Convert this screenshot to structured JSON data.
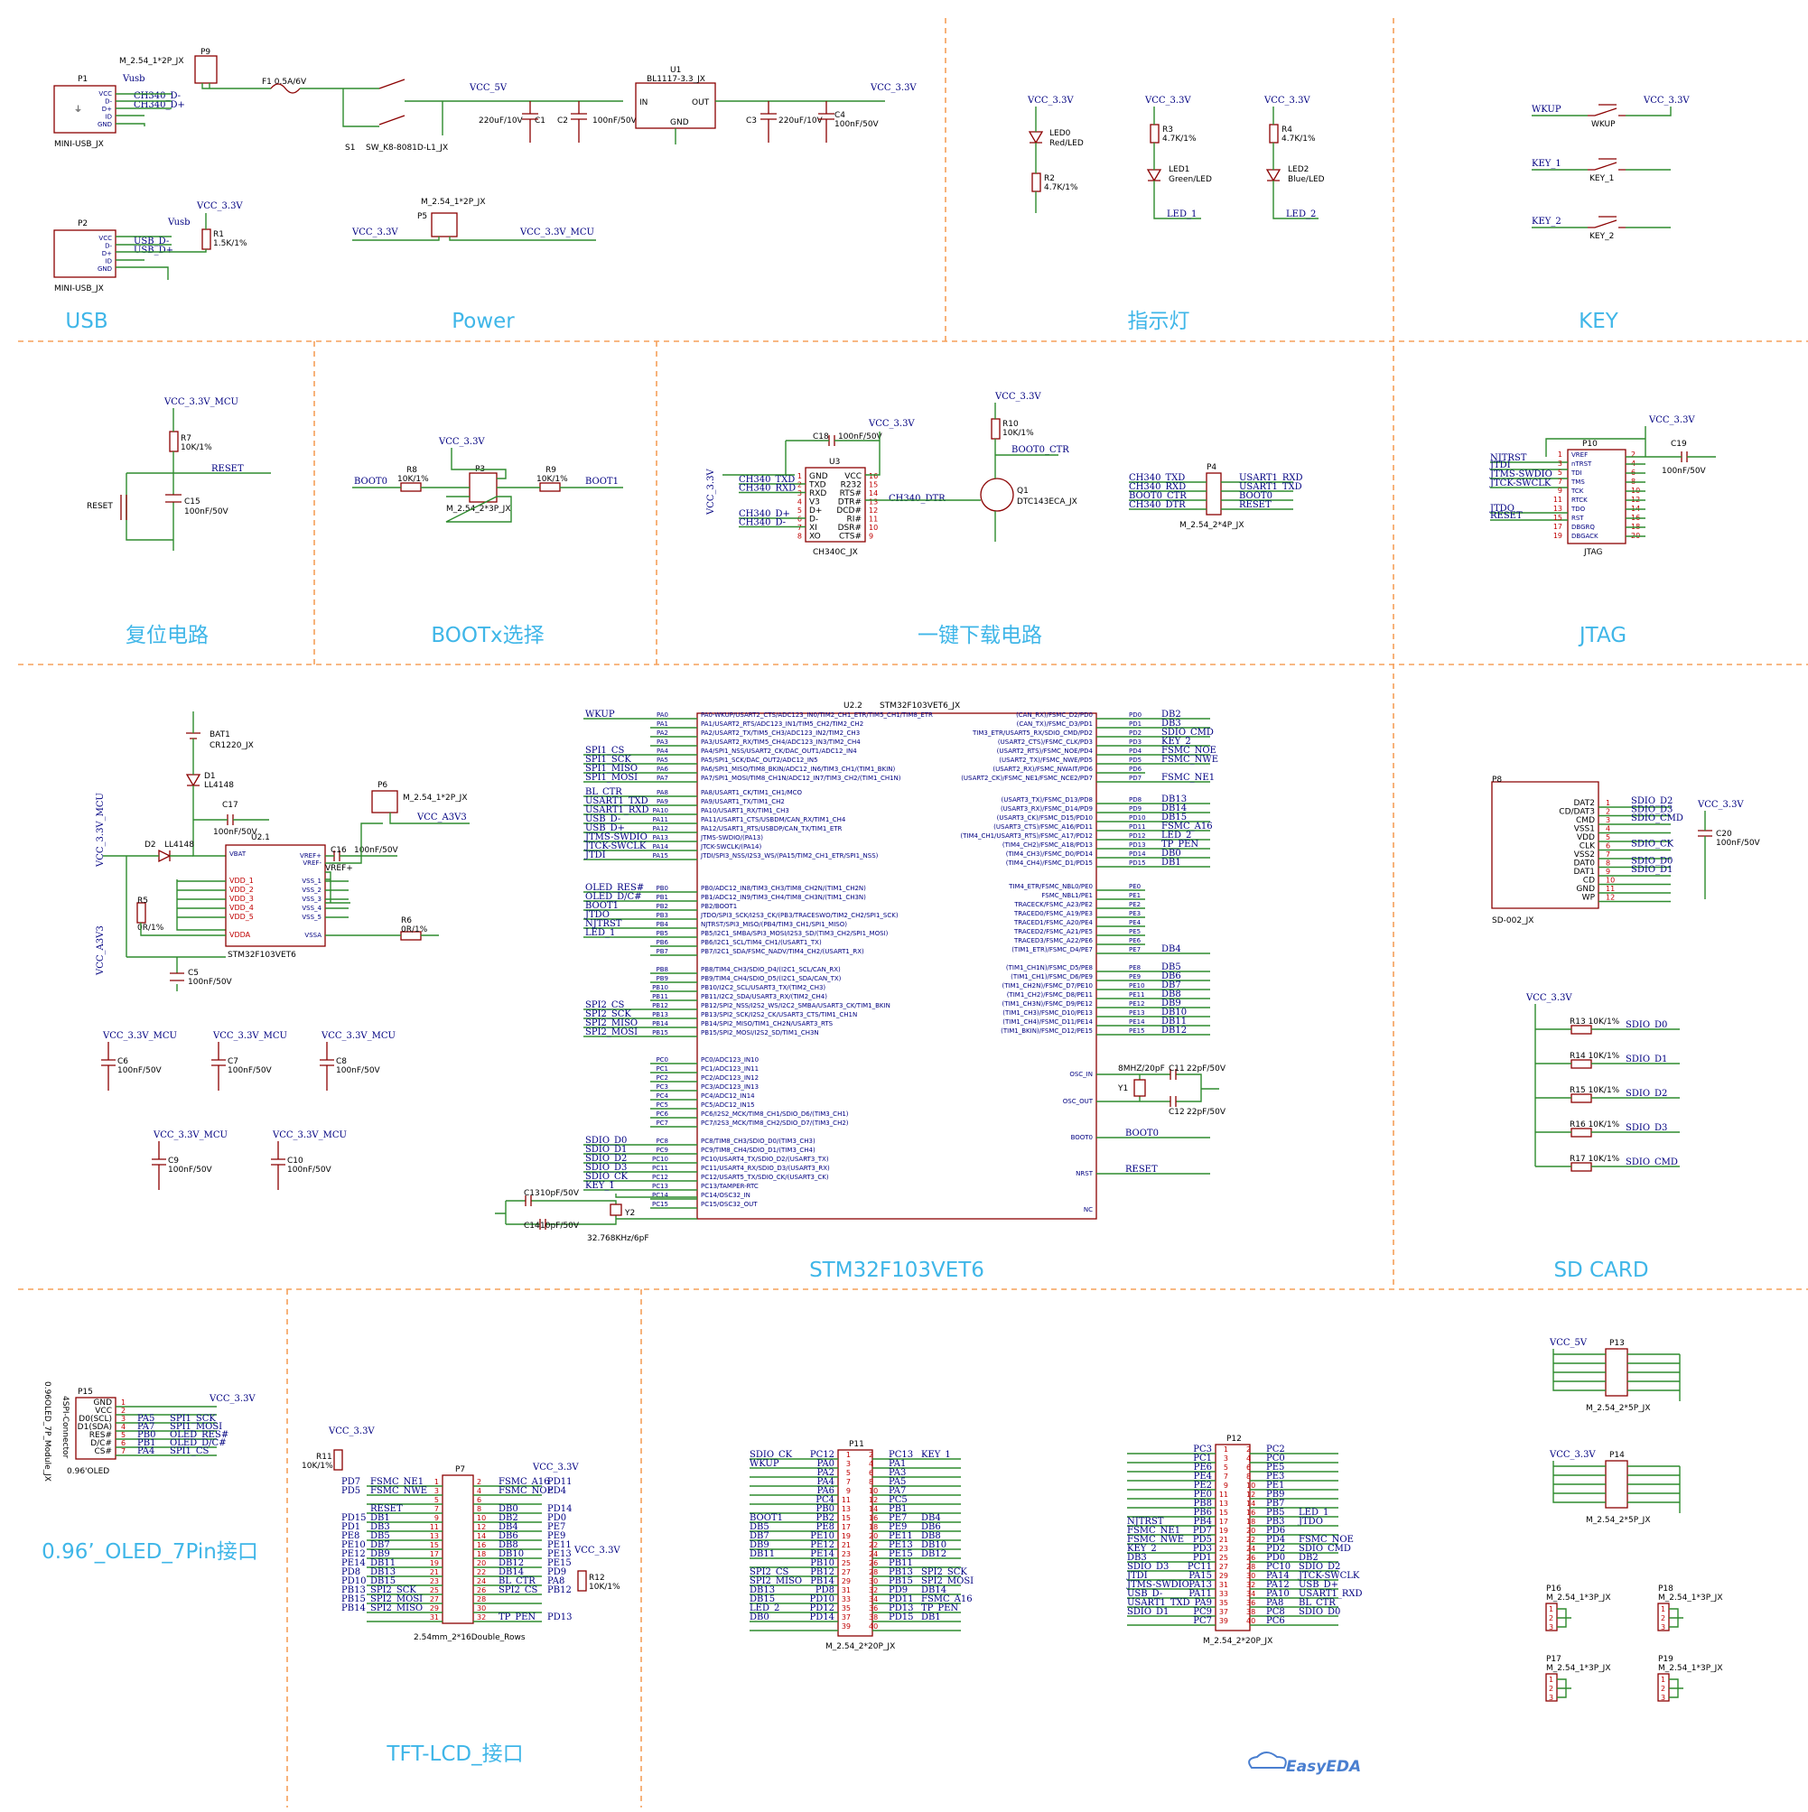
{
  "sections": {
    "usb": "USB",
    "power": "Power",
    "indicator": "指示灯",
    "key": "KEY",
    "reset": "复位电路",
    "boot": "BOOTx选择",
    "download": "一键下载电路",
    "jtag": "JTAG",
    "mcu": "STM32F103VET6",
    "sdcard": "SD CARD",
    "oled": "0.96’_OLED_7Pin接口",
    "tftlcd": "TFT-LCD_接口"
  },
  "logo": "EasyEDA",
  "usb": {
    "p9": "P9",
    "p9_model": "M_2.54_1*2P_JX",
    "p1": "P1",
    "p1_model": "MINI-USB_JX",
    "p2": "P2",
    "p2_model": "MINI-USB_JX",
    "pins": [
      "VCC",
      "D-",
      "D+",
      "ID",
      "GND"
    ],
    "vusb": "Vusb",
    "ch340_dm": "CH340_D-",
    "ch340_dp": "CH340_D+",
    "usb_dm": "USB_D-",
    "usb_dp": "USB_D+",
    "f1": "F1 0.5A/6V",
    "r1": "R1",
    "r1_val": "1.5K/1%",
    "vcc33": "VCC_3.3V"
  },
  "power": {
    "s1": "S1",
    "s1_model": "SW_K8-8081D-L1_JX",
    "u1": "U1",
    "u1_model": "BL1117-3.3_JX",
    "in": "IN",
    "out": "OUT",
    "gnd": "GND",
    "vcc5": "VCC_5V",
    "vcc33": "VCC_3.3V",
    "c1": "C1",
    "c1_val": "220uF/10V",
    "c2": "C2",
    "c2_val": "100nF/50V",
    "c3": "C3",
    "c3_val": "220uF/10V",
    "c4": "C4",
    "c4_val": "100nF/50V",
    "p5": "P5",
    "p5_model": "M_2.54_1*2P_JX",
    "vcc33_left": "VCC_3.3V",
    "vcc33_mcu": "VCC_3.3V_MCU"
  },
  "leds": {
    "vcc": "VCC_3.3V",
    "led0": "LED0",
    "led0_val": "Red/LED",
    "r2": "R2",
    "r2_val": "4.7K/1%",
    "r3": "R3",
    "r3_val": "4.7K/1%",
    "led1": "LED1",
    "led1_val": "Green/LED",
    "led1_net": "LED_1",
    "r4": "R4",
    "r4_val": "4.7K/1%",
    "led2": "LED2",
    "led2_val": "Blue/LED",
    "led2_net": "LED_2"
  },
  "keys": {
    "vcc": "VCC_3.3V",
    "wkup": "WKUP",
    "wkup_sw": "WKUP",
    "key1": "KEY_1",
    "key1_sw": "KEY_1",
    "key2": "KEY_2",
    "key2_sw": "KEY_2"
  },
  "reset": {
    "vcc": "VCC_3.3V_MCU",
    "r7": "R7",
    "r7_val": "10K/1%",
    "net": "RESET",
    "button": "RESET",
    "c15": "C15",
    "c15_val": "100nF/50V"
  },
  "boot": {
    "vcc": "VCC_3.3V",
    "boot0": "BOOT0",
    "boot1": "BOOT1",
    "r8": "R8",
    "r8_val": "10K/1%",
    "r9": "R9",
    "r9_val": "10K/1%",
    "p3": "P3",
    "p3_model": "M_2.54_2*3P_JX"
  },
  "download": {
    "vcc_left": "VCC_3.3V",
    "vcc_top": "VCC_3.3V",
    "vcc_q": "VCC_3.3V",
    "c18": "C18",
    "c18_val": "100nF/50V",
    "u3": "U3",
    "u3_model": "CH340C_JX",
    "left_pins": [
      "GND",
      "TXD",
      "RXD",
      "V3",
      "D+",
      "D-",
      "XI",
      "XO"
    ],
    "right_pins": [
      "VCC",
      "R232",
      "RTS#",
      "DTR#",
      "DCD#",
      "RI#",
      "DSR#",
      "CTS#"
    ],
    "left_nums": [
      "1",
      "2",
      "3",
      "4",
      "5",
      "6",
      "7",
      "8"
    ],
    "right_nums": [
      "16",
      "15",
      "14",
      "13",
      "12",
      "11",
      "10",
      "9"
    ],
    "left_nets": [
      "CH340_TXD",
      "CH340_RXD",
      "CH340_D+",
      "CH340_D-"
    ],
    "dtr": "CH340_DTR",
    "r10": "R10",
    "r10_val": "10K/1%",
    "boot0_ctr": "BOOT0_CTR",
    "q1": "Q1",
    "q1_model": "DTC143ECA_JX",
    "p4": "P4",
    "p4_model": "M_2.54_2*4P_JX",
    "p4_left": [
      "CH340_TXD",
      "CH340_RXD",
      "BOOT0_CTR",
      "CH340_DTR"
    ],
    "p4_right": [
      "USART1_RXD",
      "USART1_TXD",
      "BOOT0",
      "RESET"
    ]
  },
  "jtag": {
    "vcc": "VCC_3.3V",
    "p10": "P10",
    "name": "JTAG",
    "c19": "C19",
    "c19_val": "100nF/50V",
    "nets": [
      "NJTRST",
      "JTDI",
      "JTMS-SWDIO",
      "JTCK-SWCLK",
      "JTDO",
      "RESET"
    ],
    "pin_labels": [
      "VREF",
      "nTRST",
      "TDI",
      "TMS",
      "TCK",
      "RTCK",
      "TDO",
      "RST",
      "DBGRQ",
      "DBGACK"
    ]
  },
  "mcu": {
    "u21": "U2.1",
    "u22": "U2.2",
    "model": "STM32F103VET6",
    "model_jx": "STM32F103VET6_JX",
    "bat1": "BAT1",
    "bat1_model": "CR1220_JX",
    "d1": "D1",
    "d1_model": "LL4148",
    "d2": "D2",
    "d2_model": "LL4148",
    "c17": "C17",
    "c17_val": "100nF/50V",
    "c16": "C16",
    "c16_val": "100nF/50V",
    "p6": "P6",
    "p6_model": "M_2.54_1*2P_JX",
    "vref": "VREF+",
    "vcc_a": "VCC_A3V3",
    "vcc_mcu": "VCC_3.3V_MCU",
    "vcc_a3v3": "VCC_A3V3",
    "r5": "R5",
    "r5_val": "0R/1%",
    "r6": "R6",
    "r6_val": "0R/1%",
    "c5": "C5",
    "c5_val": "100nF/50V",
    "power_pins": [
      "VBAT",
      "VREF+",
      "VREF-",
      "VDD_1",
      "VDD_2",
      "VDD_3",
      "VDD_4",
      "VDD_5",
      "VSS_1",
      "VSS_2",
      "VSS_3",
      "VSS_4",
      "VSS_5",
      "VDDA",
      "VSSA"
    ],
    "decaps": [
      {
        "name": "C6",
        "val": "100nF/50V",
        "vcc": "VCC_3.3V_MCU"
      },
      {
        "name": "C7",
        "val": "100nF/50V",
        "vcc": "VCC_3.3V_MCU"
      },
      {
        "name": "C8",
        "val": "100nF/50V",
        "vcc": "VCC_3.3V_MCU"
      },
      {
        "name": "C9",
        "val": "100nF/50V",
        "vcc": "VCC_3.3V_MCU"
      },
      {
        "name": "C10",
        "val": "100nF/50V",
        "vcc": "VCC_3.3V_MCU"
      }
    ],
    "left_groups": [
      {
        "nets": [
          "WKUP",
          "",
          "",
          "",
          "SPI1_CS",
          "SPI1_SCK",
          "SPI1_MISO",
          "SPI1_MOSI"
        ],
        "ports": [
          "PA0",
          "PA1",
          "PA2",
          "PA3",
          "PA4",
          "PA5",
          "PA6",
          "PA7"
        ],
        "funcs": [
          "PA0-WKUP/USART2_CTS/ADC123_IN0/TIM2_CH1_ETR/TIM5_CH1/TIM8_ETR",
          "PA1/USART2_RTS/ADC123_IN1/TIM5_CH2/TIM2_CH2",
          "PA2/USART2_TX/TIM5_CH3/ADC123_IN2/TIM2_CH3",
          "PA3/USART2_RX/TIM5_CH4/ADC123_IN3/TIM2_CH4",
          "PA4/SPI1_NSS/USART2_CK/DAC_OUT1/ADC12_IN4",
          "PA5/SPI1_SCK/DAC_OUT2/ADC12_IN5",
          "PA6/SPI1_MISO/TIM8_BKIN/ADC12_IN6/TIM3_CH1/(TIM1_BKIN)",
          "PA7/SPI1_MOSI/TIM8_CH1N/ADC12_IN7/TIM3_CH2/(TIM1_CH1N)"
        ]
      },
      {
        "nets": [
          "BL_CTR",
          "USART1_TXD",
          "USART1_RXD",
          "USB_D-",
          "USB_D+",
          "JTMS-SWDIO",
          "JTCK-SWCLK",
          "JTDI"
        ],
        "ports": [
          "PA8",
          "PA9",
          "PA10",
          "PA11",
          "PA12",
          "PA13",
          "PA14",
          "PA15"
        ],
        "funcs": [
          "PA8/USART1_CK/TIM1_CH1/MCO",
          "PA9/USART1_TX/TIM1_CH2",
          "PA10/USART1_RX/TIM1_CH3",
          "PA11/USART1_CTS/USBDM/CAN_RX/TIM1_CH4",
          "PA12/USART1_RTS/USBDP/CAN_TX/TIM1_ETR",
          "JTMS-SWDIO/(PA13)",
          "JTCK-SWCLK/(PA14)",
          "JTDI/SPI3_NSS/I2S3_WS/(PA15/TIM2_CH1_ETR/SPI1_NSS)"
        ]
      },
      {
        "nets": [
          "OLED_RES#",
          "OLED_D/C#",
          "BOOT1",
          "JTDO",
          "NJTRST",
          "LED_1",
          "",
          ""
        ],
        "ports": [
          "PB0",
          "PB1",
          "PB2",
          "PB3",
          "PB4",
          "PB5",
          "PB6",
          "PB7"
        ],
        "funcs": [
          "PB0/ADC12_IN8/TIM3_CH3/TIM8_CH2N/(TIM1_CH2N)",
          "PB1/ADC12_IN9/TIM3_CH4/TIM8_CH3N/(TIM1_CH3N)",
          "PB2/BOOT1",
          "JTDO/SPI3_SCK/I2S3_CK/(PB3/TRACESWO/TIM2_CH2/SPI1_SCK)",
          "NJTRST/SPI3_MISO/(PB4/TIM3_CH1/SPI1_MISO)",
          "PB5/I2C1_SMBA/SPI3_MOSI/I2S3_SD/(TIM3_CH2/SPI1_MOSI)",
          "PB6/I2C1_SCL/TIM4_CH1/(USART1_TX)",
          "PB7/I2C1_SDA/FSMC_NADV/TIM4_CH2/(USART1_RX)"
        ]
      },
      {
        "nets": [
          "",
          "",
          "",
          "",
          "SPI2_CS",
          "SPI2_SCK",
          "SPI2_MISO",
          "SPI2_MOSI"
        ],
        "ports": [
          "PB8",
          "PB9",
          "PB10",
          "PB11",
          "PB12",
          "PB13",
          "PB14",
          "PB15"
        ],
        "funcs": [
          "PB8/TIM4_CH3/SDIO_D4/(I2C1_SCL/CAN_RX)",
          "PB9/TIM4_CH4/SDIO_D5/(I2C1_SDA/CAN_TX)",
          "PB10/I2C2_SCL/USART3_TX/(TIM2_CH3)",
          "PB11/I2C2_SDA/USART3_RX/(TIM2_CH4)",
          "PB12/SPI2_NSS/I2S2_WS/I2C2_SMBA/USART3_CK/TIM1_BKIN",
          "PB13/SPI2_SCK/I2S2_CK/USART3_CTS/TIM1_CH1N",
          "PB14/SPI2_MISO/TIM1_CH2N/USART3_RTS",
          "PB15/SPI2_MOSI/I2S2_SD/TIM1_CH3N"
        ]
      },
      {
        "nets": [
          "",
          "",
          "",
          "",
          "",
          "",
          "",
          ""
        ],
        "ports": [
          "PC0",
          "PC1",
          "PC2",
          "PC3",
          "PC4",
          "PC5",
          "PC6",
          "PC7"
        ],
        "funcs": [
          "PC0/ADC123_IN10",
          "PC1/ADC123_IN11",
          "PC2/ADC123_IN12",
          "PC3/ADC123_IN13",
          "PC4/ADC12_IN14",
          "PC5/ADC12_IN15",
          "PC6/I2S2_MCK/TIM8_CH1/SDIO_D6/(TIM3_CH1)",
          "PC7/I2S3_MCK/TIM8_CH2/SDIO_D7/(TIM3_CH2)"
        ]
      },
      {
        "nets": [
          "SDIO_D0",
          "SDIO_D1",
          "SDIO_D2",
          "SDIO_D3",
          "SDIO_CK",
          "KEY_1",
          "",
          ""
        ],
        "ports": [
          "PC8",
          "PC9",
          "PC10",
          "PC11",
          "PC12",
          "PC13",
          "PC14",
          "PC15"
        ],
        "funcs": [
          "PC8/TIM8_CH3/SDIO_D0/(TIM3_CH3)",
          "PC9/TIM8_CH4/SDIO_D1/(TIM3_CH4)",
          "PC10/USART4_TX/SDIO_D2/(USART3_TX)",
          "PC11/USART4_RX/SDIO_D3/(USART3_RX)",
          "PC12/USART5_TX/SDIO_CK/(USART3_CK)",
          "PC13/TAMPER-RTC",
          "PC14/OSC32_IN",
          "PC15/OSC32_OUT"
        ]
      }
    ],
    "right_groups": [
      {
        "nets": [
          "DB2",
          "DB3",
          "SDIO_CMD",
          "KEY_2",
          "FSMC_NOE",
          "FSMC_NWE",
          "",
          "FSMC_NE1"
        ],
        "ports": [
          "PD0",
          "PD1",
          "PD2",
          "PD3",
          "PD4",
          "PD5",
          "PD6",
          "PD7"
        ],
        "funcs": [
          "(CAN_RX)/FSMC_D2/PD0",
          "(CAN_TX)/FSMC_D3/PD1",
          "TIM3_ETR/USART5_RX/SDIO_CMD/PD2",
          "(USART2_CTS)/FSMC_CLK/PD3",
          "(USART2_RTS)/FSMC_NOE/PD4",
          "(USART2_TX)/FSMC_NWE/PD5",
          "(USART2_RX)/FSMC_NWAIT/PD6",
          "(USART2_CK)/FSMC_NE1/FSMC_NCE2/PD7"
        ]
      },
      {
        "nets": [
          "DB13",
          "DB14",
          "DB15",
          "FSMC_A16",
          "LED_2",
          "TP_PEN",
          "DB0",
          "DB1"
        ],
        "ports": [
          "PD8",
          "PD9",
          "PD10",
          "PD11",
          "PD12",
          "PD13",
          "PD14",
          "PD15"
        ],
        "funcs": [
          "(USART3_TX)/FSMC_D13/PD8",
          "(USART3_RX)/FSMC_D14/PD9",
          "(USART3_CK)/FSMC_D15/PD10",
          "(USART3_CTS)/FSMC_A16/PD11",
          "(TIM4_CH1/USART3_RTS)/FSMC_A17/PD12",
          "(TIM4_CH2)/FSMC_A18/PD13",
          "(TIM4_CH3)/FSMC_D0/PD14",
          "(TIM4_CH4)/FSMC_D1/PD15"
        ]
      },
      {
        "nets": [
          "",
          "",
          "",
          "",
          "",
          "",
          "",
          "DB4"
        ],
        "ports": [
          "PE0",
          "PE1",
          "PE2",
          "PE3",
          "PE4",
          "PE5",
          "PE6",
          "PE7"
        ],
        "funcs": [
          "TIM4_ETR/FSMC_NBL0/PE0",
          "FSMC_NBL1/PE1",
          "TRACECK/FSMC_A23/PE2",
          "TRACED0/FSMC_A19/PE3",
          "TRACED1/FSMC_A20/PE4",
          "TRACED2/FSMC_A21/PE5",
          "TRACED3/FSMC_A22/PE6",
          "(TIM1_ETR)/FSMC_D4/PE7"
        ]
      },
      {
        "nets": [
          "DB5",
          "DB6",
          "DB7",
          "DB8",
          "DB9",
          "DB10",
          "DB11",
          "DB12"
        ],
        "ports": [
          "PE8",
          "PE9",
          "PE10",
          "PE11",
          "PE12",
          "PE13",
          "PE14",
          "PE15"
        ],
        "funcs": [
          "(TIM1_CH1N)/FSMC_D5/PE8",
          "(TIM1_CH1)/FSMC_D6/PE9",
          "(TIM1_CH2N)/FSMC_D7/PE10",
          "(TIM1_CH2)/FSMC_D8/PE11",
          "(TIM1_CH3N)/FSMC_D9/PE12",
          "(TIM1_CH3)/FSMC_D10/PE13",
          "(TIM1_CH4)/FSMC_D11/PE14",
          "(TIM1_BKIN)/FSMC_D12/PE15"
        ]
      }
    ],
    "osc_in": "OSC_IN",
    "osc_out": "OSC_OUT",
    "boot0_pin": "BOOT0",
    "nrst": "NRST",
    "nc": "NC",
    "boot0_net": "BOOT0",
    "reset_net": "RESET",
    "y1": "Y1",
    "y1_val": "8MHZ/20pF",
    "c11": "C11",
    "c11_val": "22pF/50V",
    "c12": "C12",
    "c12_val": "22pF/50V",
    "c13": "C13",
    "c13_val": "10pF/50V",
    "c14": "C14",
    "c14_val": "10pF/50V",
    "y2": "Y2",
    "y2_val": "32.768KHz/6pF"
  },
  "sd": {
    "p8": "P8",
    "model": "SD-002_JX",
    "pins": [
      "DAT2",
      "CD/DAT3",
      "CMD",
      "VSS1",
      "VDD",
      "CLK",
      "VSS2",
      "DAT0",
      "DAT1",
      "CD",
      "GND",
      "WP"
    ],
    "nets": [
      "SDIO_D2",
      "SDIO_D3",
      "SDIO_CMD",
      "",
      "",
      "SDIO_CK",
      "",
      "SDIO_D0",
      "SDIO_D1"
    ],
    "vcc": "VCC_3.3V",
    "c20": "C20",
    "c20_val": "100nF/50V",
    "pullup_vcc": "VCC_3.3V",
    "pullups": [
      {
        "name": "R13",
        "val": "10K/1%",
        "net": "SDIO_D0"
      },
      {
        "name": "R14",
        "val": "10K/1%",
        "net": "SDIO_D1"
      },
      {
        "name": "R15",
        "val": "10K/1%",
        "net": "SDIO_D2"
      },
      {
        "name": "R16",
        "val": "10K/1%",
        "net": "SDIO_D3"
      },
      {
        "name": "R17",
        "val": "10K/1%",
        "net": "SDIO_CMD"
      }
    ]
  },
  "oled": {
    "p15": "P15",
    "side1": "0.96OLED_7P_Module_JX",
    "side2": "4SPI-Connector",
    "model": "0.96'OLED",
    "vcc": "VCC_3.3V",
    "pins": [
      "GND",
      "VCC",
      "D0(SCL)",
      "D1(SDA)",
      "RES#",
      "D/C#",
      "CS#"
    ],
    "ports": [
      "",
      "",
      "PA5",
      "PA7",
      "PB0",
      "PB1",
      "PA4"
    ],
    "nets": [
      "",
      "",
      "SPI1_SCK",
      "SPI1_MOSI",
      "OLED_RES#",
      "OLED_D/C#",
      "SPI1_CS"
    ]
  },
  "tft": {
    "vcc1": "VCC_3.3V",
    "vcc2": "VCC_3.3V",
    "vcc3": "VCC_3.3V",
    "r11": "R11",
    "r11_val": "10K/1%",
    "r12": "R12",
    "r12_val": "10K/1%",
    "p7": "P7",
    "model": "2.54mm_2*16Double_Rows",
    "left_ports": [
      "PD7",
      "PD5",
      "",
      "",
      "PD15",
      "PD1",
      "PE8",
      "PE10",
      "PE12",
      "PE14",
      "PD8",
      "PD10",
      "PB13",
      "PB15",
      "PB14",
      ""
    ],
    "left_nets": [
      "FSMC_NE1",
      "FSMC_NWE",
      "",
      "RESET",
      "DB1",
      "DB3",
      "DB5",
      "DB7",
      "DB9",
      "DB11",
      "DB13",
      "DB15",
      "SPI2_SCK",
      "SPI2_MOSI",
      "SPI2_MISO",
      ""
    ],
    "right_nets": [
      "FSMC_A16",
      "FSMC_NOE",
      "",
      "DB0",
      "DB2",
      "DB4",
      "DB6",
      "DB8",
      "DB10",
      "DB12",
      "DB14",
      "BL_CTR",
      "SPI2_CS",
      "",
      "",
      "TP_PEN"
    ],
    "right_ports": [
      "PD11",
      "PD4",
      "",
      "PD14",
      "PD0",
      "PE7",
      "PE9",
      "PE11",
      "PE13",
      "PE15",
      "PD9",
      "PA8",
      "PB12",
      "",
      "",
      "PD13"
    ]
  },
  "p11": {
    "name": "P11",
    "model": "M_2.54_2*20P_JX",
    "left_nets": [
      "SDIO_CK",
      "WKUP",
      "",
      "",
      "",
      "",
      "",
      "BOOT1",
      "DB5",
      "DB7",
      "DB9",
      "DB11",
      "",
      "SPI2_CS",
      "SPI2_MISO",
      "DB13",
      "DB15",
      "LED_2",
      "DB0",
      ""
    ],
    "left_ports": [
      "PC12",
      "PA0",
      "PA2",
      "PA4",
      "PA6",
      "PC4",
      "PB0",
      "PB2",
      "PE8",
      "PE10",
      "PE12",
      "PE14",
      "PB10",
      "PB12",
      "PB14",
      "PD8",
      "PD10",
      "PD12",
      "PD14",
      ""
    ],
    "right_ports": [
      "PC13",
      "PA1",
      "PA3",
      "PA5",
      "PA7",
      "PC5",
      "PB1",
      "PE7",
      "PE9",
      "PE11",
      "PE13",
      "PE15",
      "PB11",
      "PB13",
      "PB15",
      "PD9",
      "PD11",
      "PD13",
      "PD15",
      ""
    ],
    "right_nets": [
      "KEY_1",
      "",
      "",
      "",
      "",
      "",
      "",
      "DB4",
      "DB6",
      "DB8",
      "DB10",
      "DB12",
      "",
      "SPI2_SCK",
      "SPI2_MOSI",
      "DB14",
      "FSMC_A16",
      "TP_PEN",
      "DB1",
      ""
    ]
  },
  "p12": {
    "name": "P12",
    "model": "M_2.54_2*20P_JX",
    "left_nets": [
      "",
      "",
      "",
      "",
      "",
      "",
      "",
      "",
      "NJTRST",
      "FSMC_NE1",
      "FSMC_NWE",
      "KEY_2",
      "DB3",
      "SDIO_D3",
      "JTDI",
      "JTMS-SWDIO",
      "USB_D-",
      "USART1_TXD",
      "SDIO_D1",
      ""
    ],
    "left_ports": [
      "PC3",
      "PC1",
      "PE6",
      "PE4",
      "PE2",
      "PE0",
      "PB8",
      "PB6",
      "PB4",
      "PD7",
      "PD5",
      "PD3",
      "PD1",
      "PC11",
      "PA15",
      "PA13",
      "PA11",
      "PA9",
      "PC9",
      "PC7"
    ],
    "right_ports": [
      "PC2",
      "PC0",
      "PE5",
      "PE3",
      "PE1",
      "PB9",
      "PB7",
      "PB5",
      "PB3",
      "PD6",
      "PD4",
      "PD2",
      "PD0",
      "PC10",
      "PA14",
      "PA12",
      "PA10",
      "PA8",
      "PC8",
      "PC6"
    ],
    "right_nets": [
      "",
      "",
      "",
      "",
      "",
      "",
      "",
      "LED_1",
      "JTDO",
      "",
      "FSMC_NOE",
      "SDIO_CMD",
      "DB2",
      "SDIO_D2",
      "JTCK-SWCLK",
      "USB_D+",
      "USART1_RXD",
      "BL_CTR",
      "SDIO_D0",
      ""
    ]
  },
  "headers": {
    "p13": "P13",
    "p13_model": "M_2.54_2*5P_JX",
    "p13_vcc": "VCC_5V",
    "p14": "P14",
    "p14_model": "M_2.54_2*5P_JX",
    "p14_vcc": "VCC_3.3V",
    "small": [
      {
        "name": "P16",
        "model": "M_2.54_1*3P_JX"
      },
      {
        "name": "P18",
        "model": "M_2.54_1*3P_JX"
      },
      {
        "name": "P17",
        "model": "M_2.54_1*3P_JX"
      },
      {
        "name": "P19",
        "model": "M_2.54_1*3P_JX"
      }
    ]
  }
}
